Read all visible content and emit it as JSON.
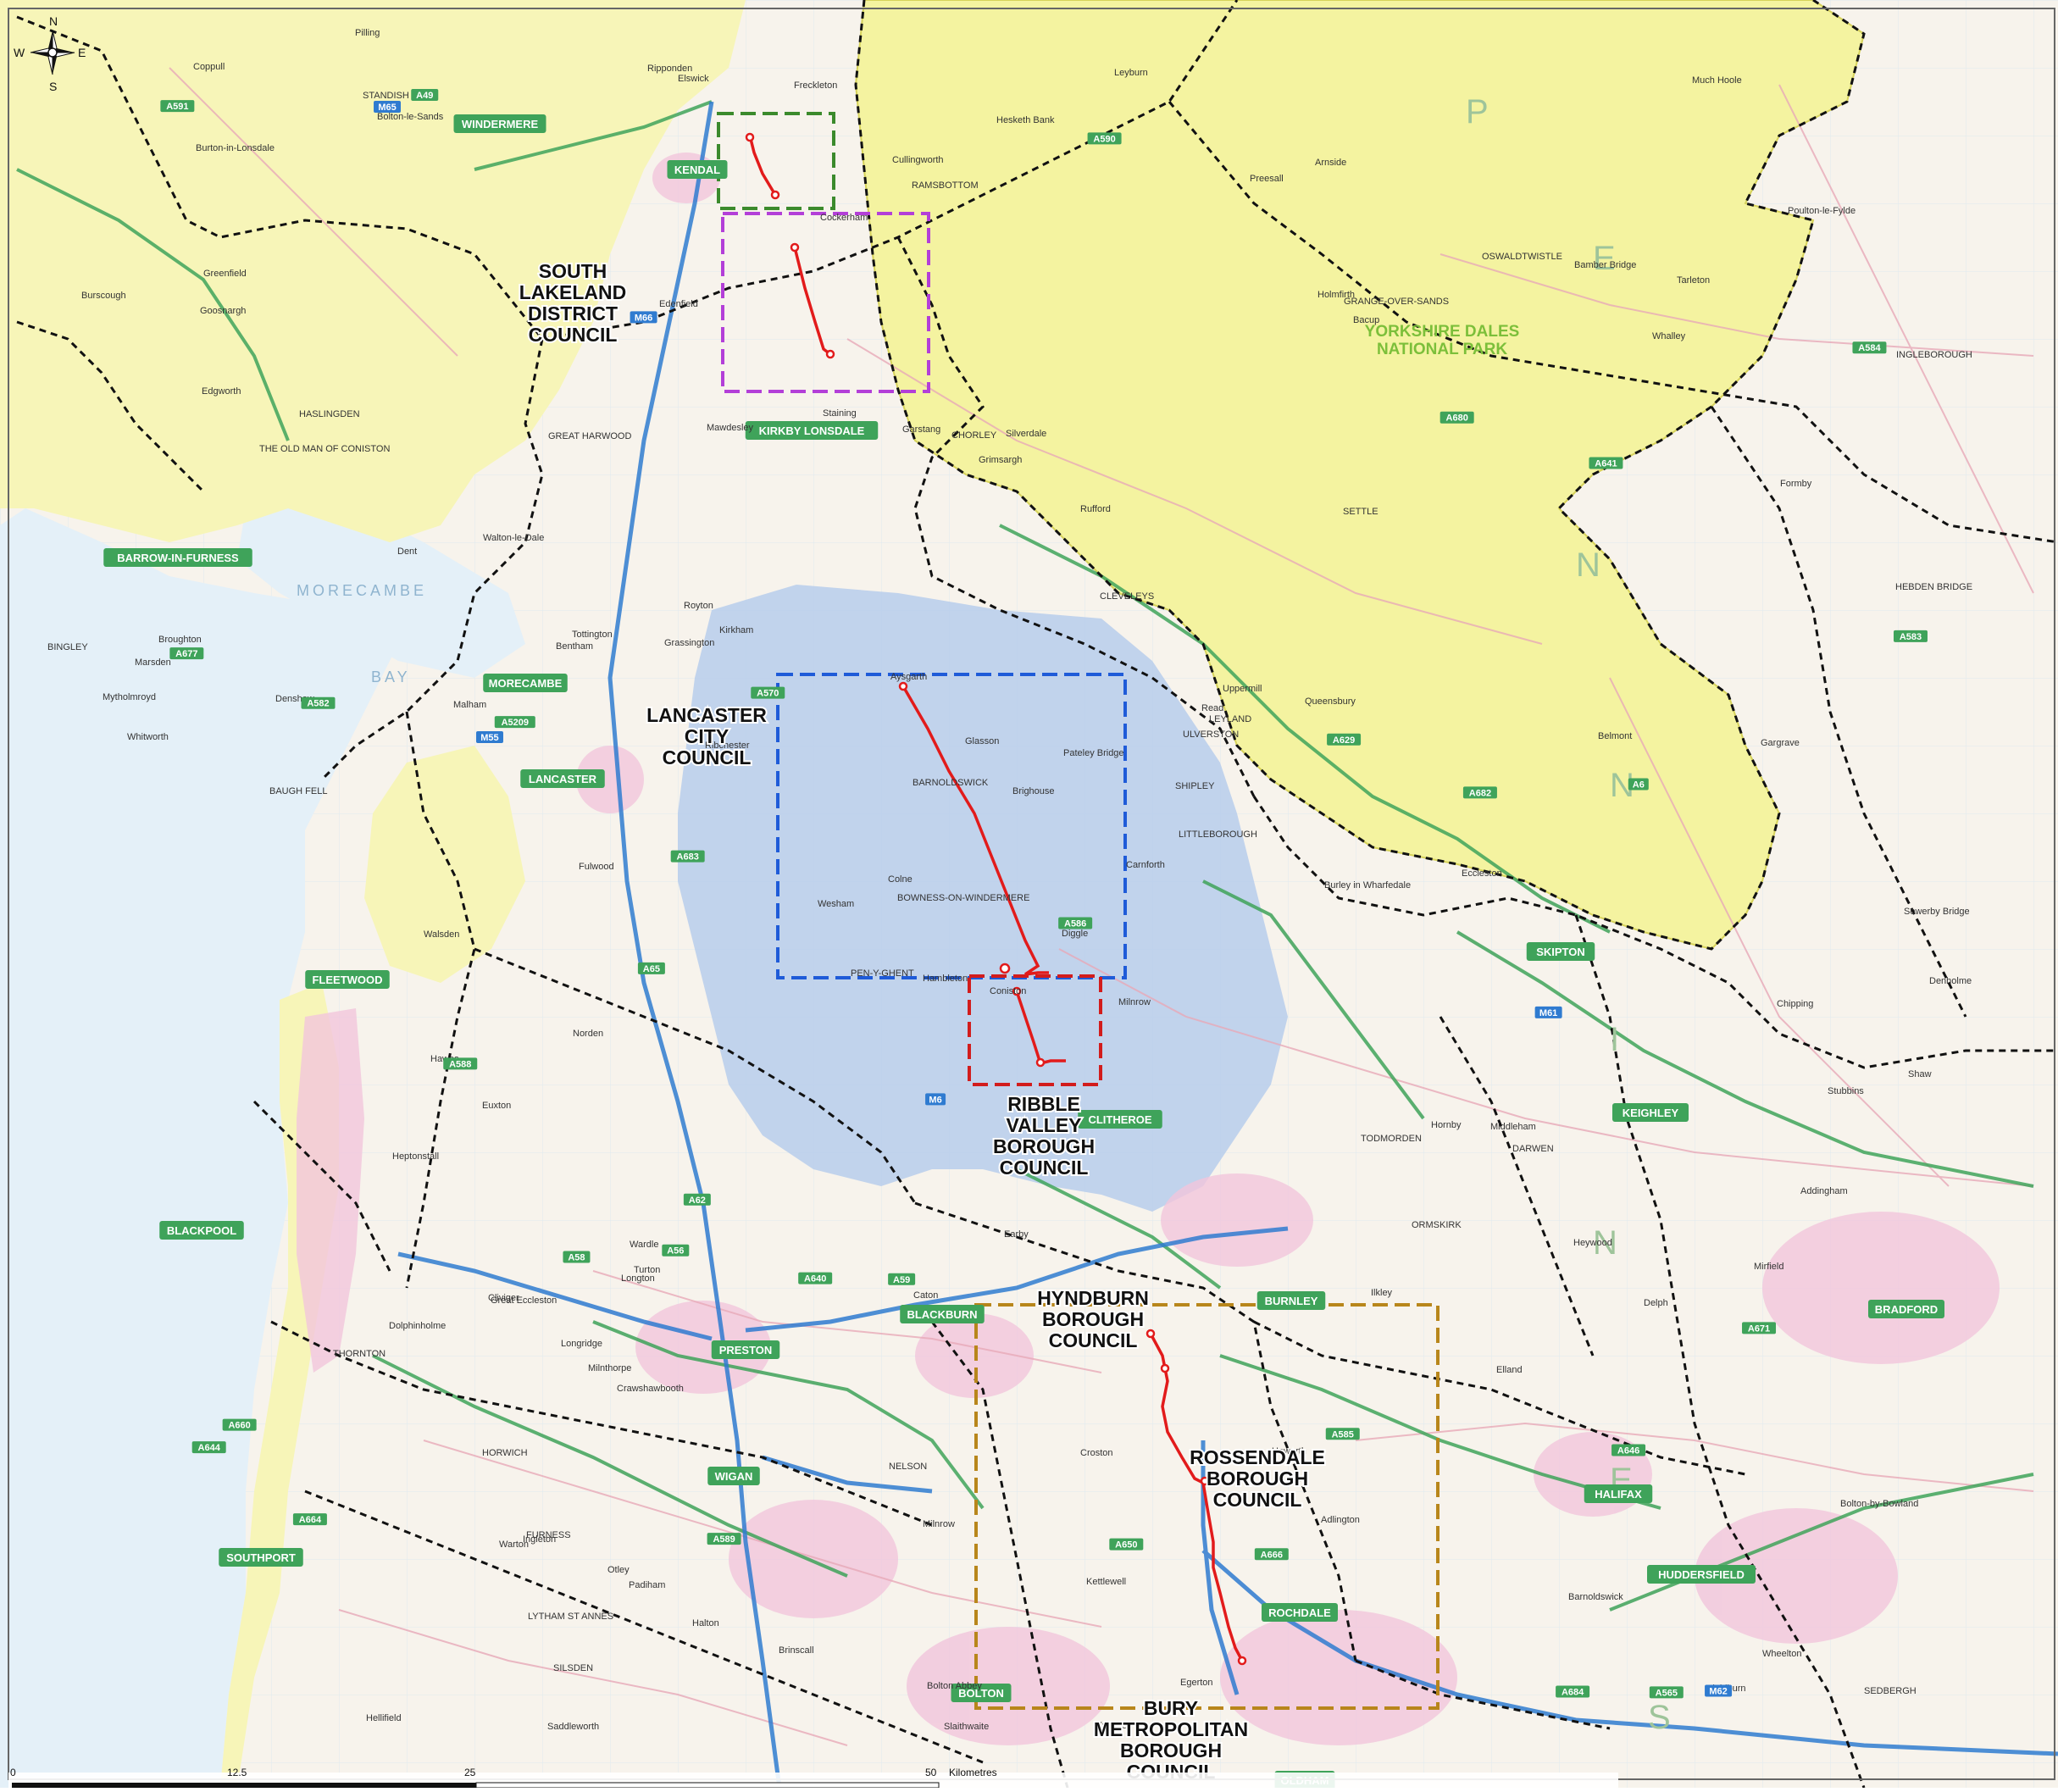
{
  "compass": {
    "n": "N",
    "s": "S",
    "e": "E",
    "w": "W"
  },
  "councils": [
    {
      "id": "south-lakeland",
      "lines": [
        "SOUTH",
        "LAKELAND",
        "DISTRICT",
        "COUNCIL"
      ]
    },
    {
      "id": "lancaster",
      "lines": [
        "LANCASTER",
        "CITY",
        "COUNCIL"
      ]
    },
    {
      "id": "ribble-valley",
      "lines": [
        "RIBBLE",
        "VALLEY",
        "BOROUGH",
        "COUNCIL"
      ]
    },
    {
      "id": "hyndburn",
      "lines": [
        "HYNDBURN",
        "BOROUGH",
        "COUNCIL"
      ]
    },
    {
      "id": "rossendale",
      "lines": [
        "ROSSENDALE",
        "BOROUGH",
        "COUNCIL"
      ]
    },
    {
      "id": "bury",
      "lines": [
        "BURY",
        "METROPOLITAN",
        "BOROUGH",
        "COUNCIL"
      ]
    }
  ],
  "national_park": [
    "YORKSHIRE DALES",
    "NATIONAL PARK"
  ],
  "pennine_letters": [
    "P",
    "E",
    "N",
    "N",
    "I",
    "N",
    "E",
    "S"
  ],
  "water_labels": [
    "MORECAMBE",
    "BAY"
  ],
  "towns": [
    {
      "name": "BLACKPOOL"
    },
    {
      "name": "PRESTON"
    },
    {
      "name": "BLACKBURN"
    },
    {
      "name": "BOLTON"
    },
    {
      "name": "BRADFORD"
    },
    {
      "name": "HUDDERSFIELD"
    },
    {
      "name": "LANCASTER"
    },
    {
      "name": "KENDAL"
    },
    {
      "name": "SKIPTON"
    },
    {
      "name": "BURNLEY"
    },
    {
      "name": "WIGAN"
    },
    {
      "name": "SOUTHPORT"
    },
    {
      "name": "FLEETWOOD"
    },
    {
      "name": "HALIFAX"
    },
    {
      "name": "ROCHDALE"
    },
    {
      "name": "OLDHAM"
    },
    {
      "name": "KEIGHLEY"
    },
    {
      "name": "CLITHEROE"
    },
    {
      "name": "MORECAMBE"
    },
    {
      "name": "KIRKBY LONSDALE"
    },
    {
      "name": "WINDERMERE"
    },
    {
      "name": "BARROW-IN-FURNESS"
    }
  ],
  "places": [
    "Coniston",
    "THE OLD MAN OF CONISTON",
    "BOWNESS-ON-WINDERMERE",
    "FURNESS",
    "ULVERSTON",
    "Milnthorpe",
    "Arnside",
    "Silverdale",
    "GRANGE-OVER-SANDS",
    "Carnforth",
    "Bolton-le-Sands",
    "SEDBERGH",
    "BAUGH FELL",
    "INGLEBOROUGH",
    "PEN-Y-GHENT",
    "SETTLE",
    "Hellifield",
    "Garstang",
    "CLEVELEYS",
    "THORNTON",
    "Kirkham",
    "LYTHAM ST ANNES",
    "Warton",
    "CHORLEY",
    "LEYLAND",
    "DARWEN",
    "HASLINGDEN",
    "RAMSBOTTOM",
    "Whitworth",
    "TODMORDEN",
    "HEBDEN BRIDGE",
    "Colne",
    "NELSON",
    "BARNOLDSWICK",
    "GREAT HARWOOD",
    "OSWALDTWISTLE",
    "Longridge",
    "Slaidburn",
    "Bolton-by-Bowland",
    "Middleham",
    "Leyburn",
    "Grassington",
    "Malham",
    "Ilkley",
    "SILSDEN",
    "BINGLEY",
    "SHIPLEY",
    "Saddleworth",
    "Milnrow",
    "LITTLEBOROUGH",
    "Crawshawbooth",
    "Formby",
    "Burscough",
    "ORMSKIRK",
    "Adlington",
    "HORWICH",
    "STANDISH",
    "Coppull",
    "Croston",
    "Tarleton",
    "Hesketh Bank",
    "Fulwood",
    "Broughton",
    "Walton-le-Dale",
    "Bamber Bridge",
    "Pilling",
    "Preesall",
    "Cockerham",
    "Glasson",
    "Dolphinholme",
    "Caton",
    "Halton",
    "Hornby",
    "Bentham",
    "Ingleton",
    "Burton-in-Lonsdale",
    "Dent",
    "Hawes",
    "Aysgarth",
    "Kettlewell",
    "Pateley Bridge",
    "Otley",
    "Burley in Wharfedale",
    "Addingham",
    "Bolton Abbey",
    "Gargrave",
    "Earby",
    "Barnoldswick",
    "Trawden",
    "Haworth",
    "Cullingworth",
    "Denholme",
    "Queensbury",
    "Elland",
    "Brighouse",
    "Mirfield",
    "Marsden",
    "Slaithwaite",
    "Holmfirth",
    "Bacup",
    "Walsden",
    "Ripponden",
    "Sowerby Bridge",
    "Mytholmroyd",
    "Heptonstall",
    "Cliviger",
    "Padiham",
    "Read",
    "Whalley",
    "Ribchester",
    "Chipping",
    "Goosnargh",
    "Grimsargh",
    "Wesham",
    "Elswick",
    "Great Eccleston",
    "Hambleton",
    "Poulton-le-Fylde",
    "Staining",
    "Freckleton",
    "Longton",
    "Much Hoole",
    "Rufford",
    "Mawdesley",
    "Eccleston",
    "Euxton",
    "Wheelton",
    "Brinscall",
    "Belmont",
    "Edgworth",
    "Turton",
    "Egerton",
    "Tottington",
    "Edenfield",
    "Stubbins",
    "Heywood",
    "Norden",
    "Wardle",
    "Shaw",
    "Royton",
    "Milnrow",
    "Denshaw",
    "Delph",
    "Diggle",
    "Uppermill",
    "Greenfield"
  ],
  "roads": [
    "M6",
    "M55",
    "M65",
    "M61",
    "M62",
    "M66",
    "A59",
    "A65",
    "A56",
    "A682",
    "A6",
    "A590",
    "A591",
    "A684",
    "A683",
    "A585",
    "A586",
    "A583",
    "A584",
    "A570",
    "A565",
    "A5209",
    "A666",
    "A58",
    "A646",
    "A629",
    "A650",
    "A660",
    "A641",
    "A644",
    "A62",
    "A640",
    "A664",
    "A671",
    "A680",
    "A677",
    "A582",
    "A49",
    "A588",
    "A589"
  ],
  "scale": {
    "ticks": [
      "0",
      "12.5",
      "25",
      "50"
    ],
    "unit": "Kilometres"
  },
  "colors": {
    "national_park": "#f4f3a0",
    "coastal_land": "#f7f5b8",
    "sea": "#e4f0f8",
    "aonb": "#b7cdec",
    "route": "#e21b1b",
    "boundary": "#111111",
    "motorway": "#2f7bd0",
    "a_road_green": "#3fa35a",
    "urban": "#f1c6dc",
    "box_green": "#3b8a2c",
    "box_purple": "#b33fd8",
    "box_blue": "#1f5bd8",
    "box_red": "#d21c1c",
    "box_brown": "#b8861b"
  }
}
